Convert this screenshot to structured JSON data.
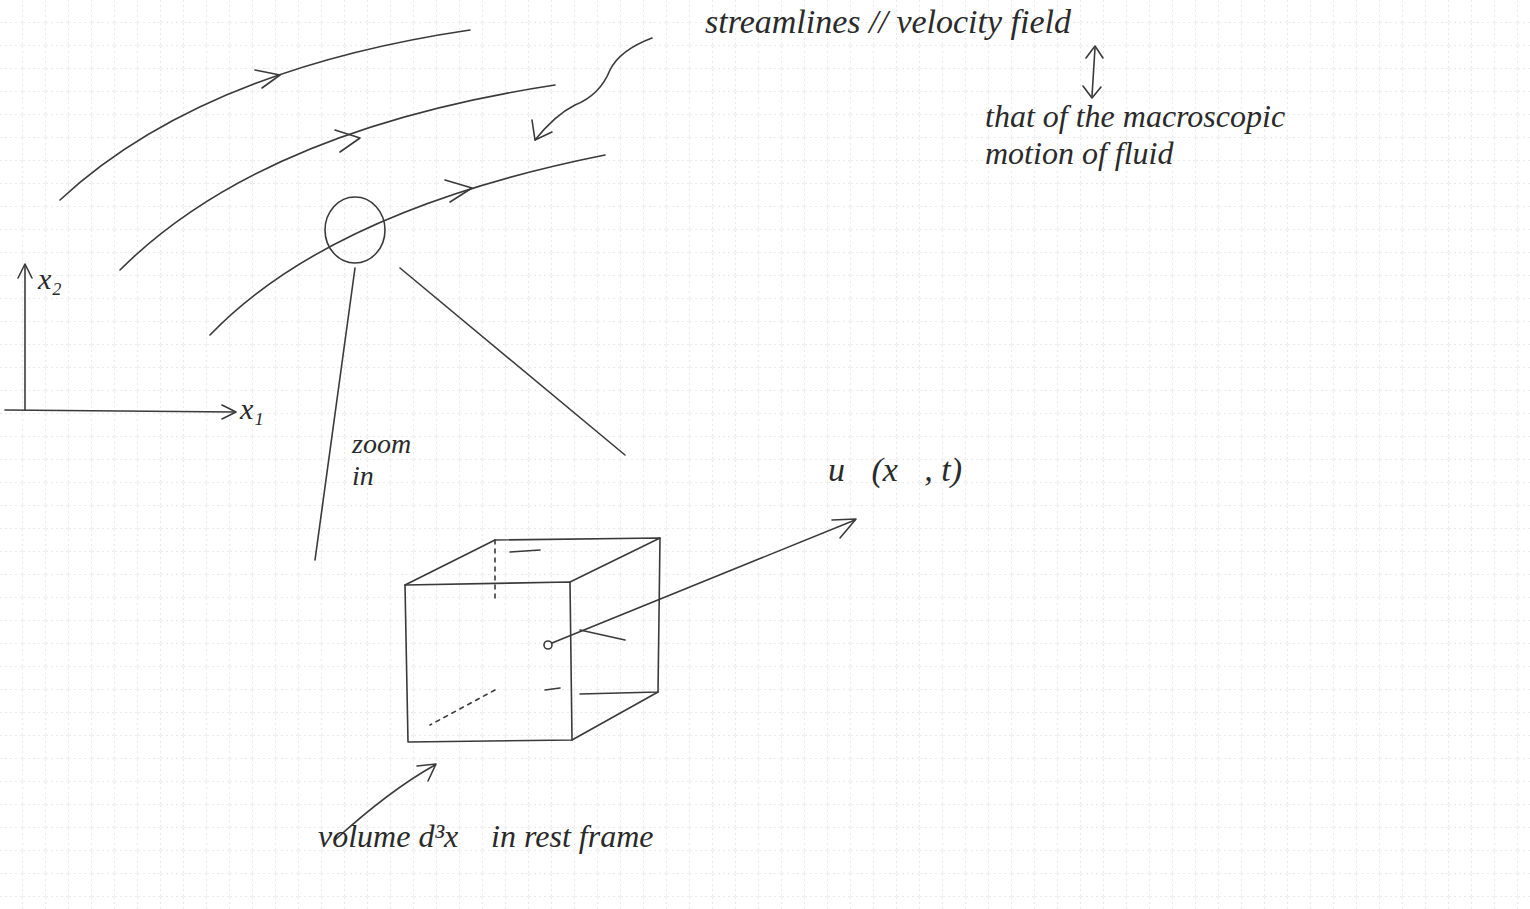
{
  "diagram": {
    "labels": [
      "streamlines // velocity field",
      "that of the macroscopic motion of fluid",
      "x₂",
      "x₁",
      "zoom in",
      "u⃗(x⃗, t)",
      "volume d³x⃗ in rest frame"
    ]
  }
}
